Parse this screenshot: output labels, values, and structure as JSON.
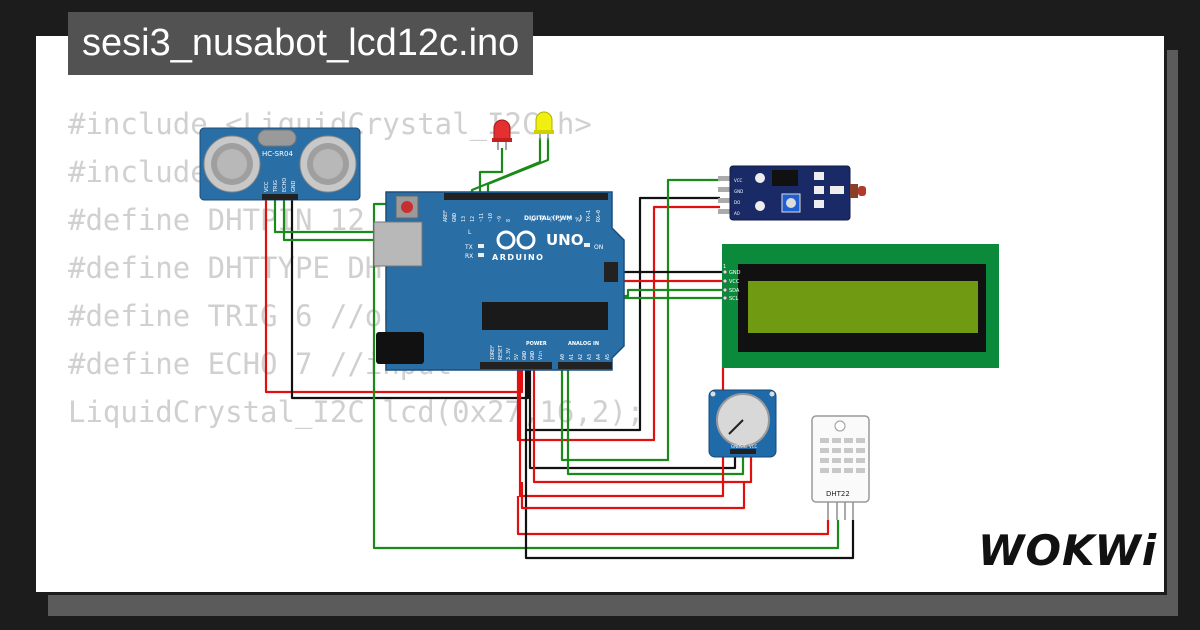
{
  "header": {
    "title": "sesi3_nusabot_lcd12c.ino"
  },
  "code": {
    "lines": [
      "#include <LiquidCrystal_I2C.h>",
      "#include <DHT.h>",
      "",
      "#define DHTPIN 12",
      "#define DHTTYPE DHT22",
      "",
      "#define TRIG 6 //output",
      "#define ECHO 7 //input",
      "",
      "LiquidCrystal_I2C lcd(0x27,16,2);"
    ]
  },
  "components": {
    "ultrasonic": {
      "model": "HC-SR04",
      "pins": [
        "VCC",
        "TRIG",
        "ECHO",
        "GND"
      ]
    },
    "arduino": {
      "brand": "ARDUINO",
      "model": "UNO",
      "digital_label": "DIGITAL (PWM ~)",
      "digital_pins": [
        "AREF",
        "GND",
        "13",
        "12",
        "~11",
        "~10",
        "~9",
        "8",
        "7",
        "~6",
        "~5",
        "4",
        "~3",
        "2",
        "TX→1",
        "RX←0"
      ],
      "power_label": "POWER",
      "power_pins": [
        "IOREF",
        "RESET",
        "3.3V",
        "5V",
        "GND",
        "GND",
        "Vin"
      ],
      "analog_label": "ANALOG IN",
      "analog_pins": [
        "A0",
        "A1",
        "A2",
        "A3",
        "A4",
        "A5"
      ],
      "on_label": "ON",
      "led_labels": [
        "L",
        "TX",
        "RX"
      ]
    },
    "ldr_module": {
      "pins": [
        "VCC",
        "GND",
        "DO",
        "AO"
      ]
    },
    "lcd": {
      "pins": [
        "GND",
        "VCC",
        "SDA",
        "SCL"
      ],
      "pin_number": "1"
    },
    "potentiometer": {
      "pins": [
        "GND",
        "SIG",
        "VCC"
      ]
    },
    "dht": {
      "label": "DHT22"
    },
    "leds": {
      "colors": [
        "red",
        "yellow"
      ]
    }
  },
  "colors": {
    "board": "#2a6ea6",
    "wire_green": "#1a8a1a",
    "wire_red": "#e01010",
    "wire_black": "#111111",
    "lcd_pcb": "#0b8a3c",
    "lcd_screen": "#6f9a12"
  },
  "logo": {
    "text": "WOKWi"
  }
}
